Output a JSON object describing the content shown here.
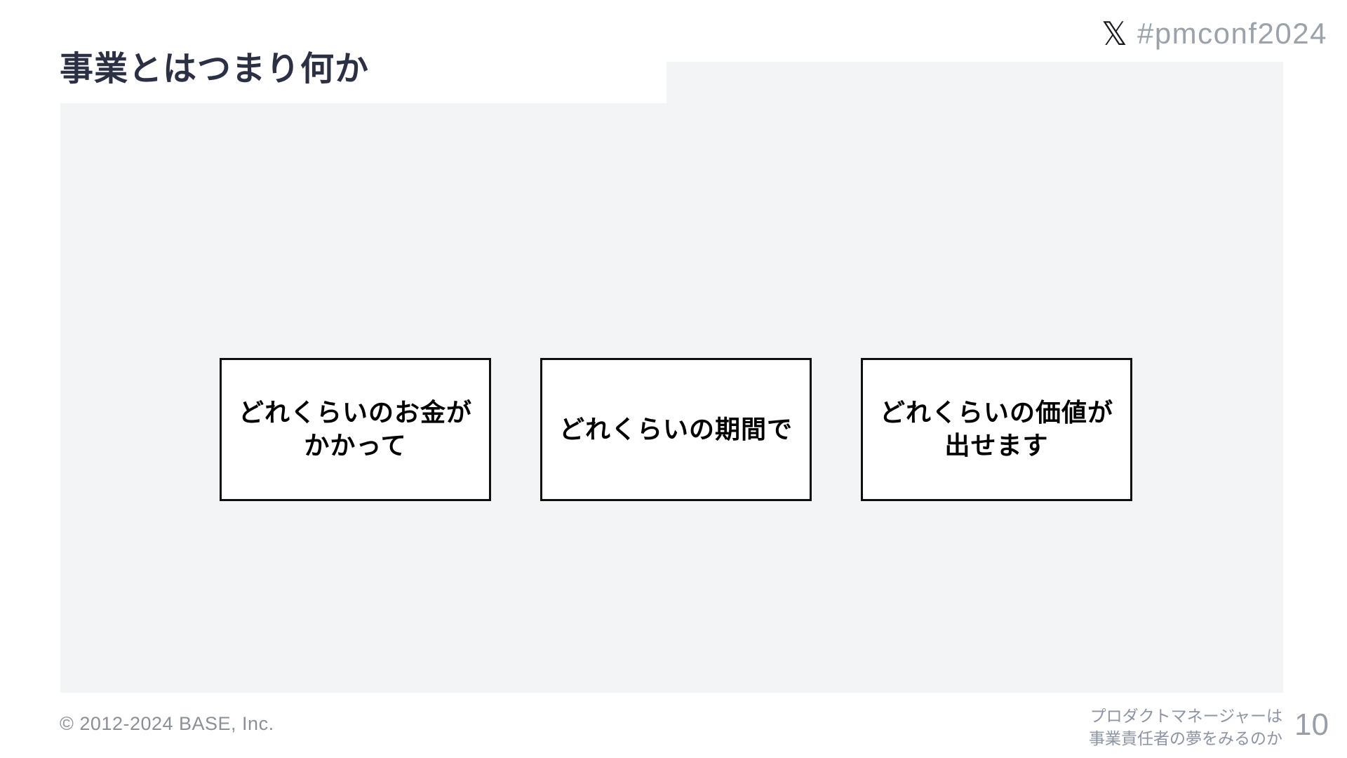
{
  "header": {
    "title": "事業とはつまり何か",
    "x_logo_glyph": "𝕏",
    "hashtag": "#pmconf2024"
  },
  "boxes": [
    {
      "text": "どれくらいのお金が\nかかって"
    },
    {
      "text": "どれくらいの期間で"
    },
    {
      "text": "どれくらいの価値が\n出せます"
    }
  ],
  "footer": {
    "copyright": "© 2012-2024 BASE, Inc.",
    "deck_title": "プロダクトマネージャーは\n事業責任者の夢をみるのか",
    "page_number": "10"
  },
  "colors": {
    "panel_background": "#f3f4f5",
    "title_text": "#2b3044",
    "box_border": "#0f0f0f",
    "box_text": "#000000",
    "muted_gray": "#8b9097",
    "footer_blue_gray": "#8c94a6",
    "hashtag_gray": "#9aa2ac"
  }
}
